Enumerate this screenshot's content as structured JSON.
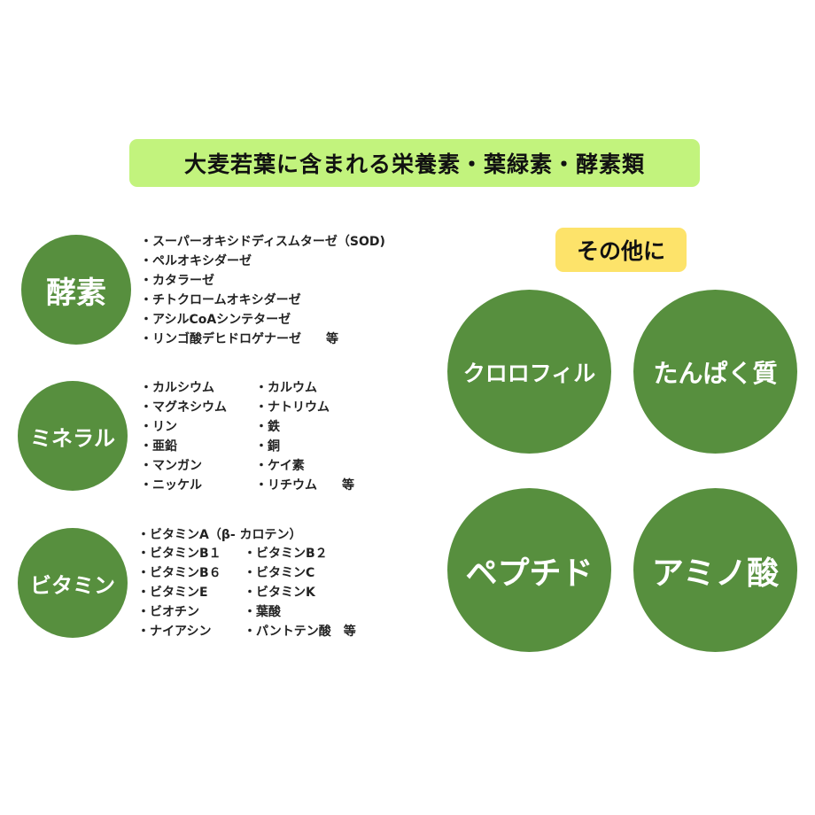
{
  "title": "大麦若葉に含まれる栄養素・葉緑素・酵素類",
  "colors": {
    "circle_green": "#578f3e",
    "title_bg": "#c2f37d",
    "tag_bg": "#fde36a"
  },
  "enzyme": {
    "label": "酵素",
    "items": [
      "・スーパーオキシドディスムターゼ（SOD)",
      "・ペルオキシダーゼ",
      "・カタラーゼ",
      "・チトクロームオキシダーゼ",
      "・アシルCoAシンテターゼ",
      "・リンゴ酸デヒドロゲナーゼ　　等"
    ]
  },
  "mineral": {
    "label": "ミネラル",
    "col1": [
      "・カルシウム",
      "・マグネシウム",
      "・リン",
      "・亜鉛",
      "・マンガン",
      "・ニッケル"
    ],
    "col2": [
      "・カルウム",
      "・ナトリウム",
      "・鉄",
      "・銅",
      "・ケイ素",
      "・リチウム　　等"
    ]
  },
  "vitamin": {
    "label": "ビタミン",
    "top": "・ビタミンA（β- カロテン）",
    "col1": [
      "・ビタミンB１",
      "・ビタミンB６",
      "・ビタミンE",
      "・ビオチン",
      "・ナイアシン"
    ],
    "col2": [
      "・ビタミンB２",
      "・ビタミンC",
      "・ビタミンK",
      "・葉酸",
      "・パントテン酸　等"
    ]
  },
  "others": {
    "tag": "その他に",
    "items": [
      "クロロフィル",
      "たんぱく質",
      "ペプチド",
      "アミノ酸"
    ]
  }
}
